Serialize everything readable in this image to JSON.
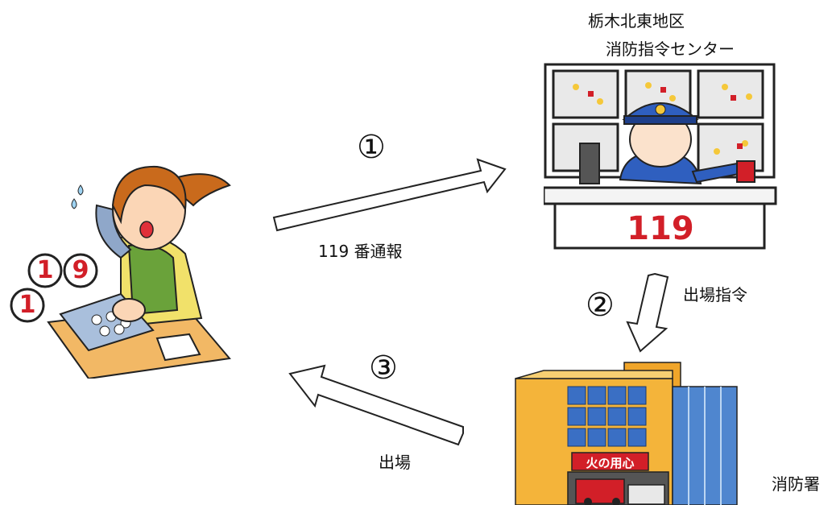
{
  "dispatch_center": {
    "name_line1": "栃木北東地区",
    "name_line2": "消防指令センター",
    "desk_sign": "119"
  },
  "caller": {
    "bubble_digits": [
      "1",
      "1",
      "9"
    ]
  },
  "fire_station": {
    "label": "消防署",
    "banner": "火の用心"
  },
  "steps": [
    {
      "marker": "①",
      "label": "119 番通報"
    },
    {
      "marker": "②",
      "label": "出場指令"
    },
    {
      "marker": "③",
      "label": "出場"
    }
  ]
}
